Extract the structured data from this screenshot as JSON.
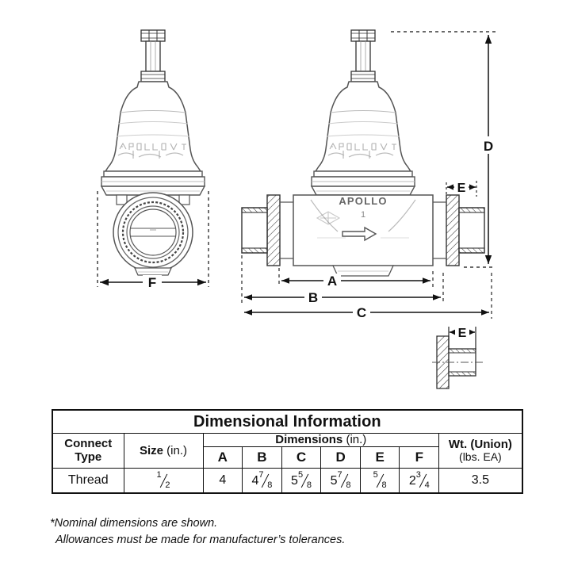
{
  "drawing": {
    "brand_text": "APOLLO",
    "dimension_labels": {
      "A": "A",
      "B": "B",
      "C": "C",
      "D": "D",
      "E": "E",
      "E_detail": "E",
      "F": "F"
    }
  },
  "table": {
    "title": "Dimensional Information",
    "headers": {
      "connect_type_line1": "Connect",
      "connect_type_line2": "Type",
      "size_bold": "Size",
      "size_unit": "(in.)",
      "dimensions_bold": "Dimensions",
      "dimensions_unit": "(in.)",
      "weight_line1": "Wt. (Union)",
      "weight_line2": "(lbs. EA)"
    },
    "dimension_columns": [
      "A",
      "B",
      "C",
      "D",
      "E",
      "F"
    ],
    "rows": [
      {
        "connect_type": "Thread",
        "size": {
          "whole": "",
          "num": "1",
          "den": "2"
        },
        "A": {
          "whole": "4",
          "num": "",
          "den": ""
        },
        "B": {
          "whole": "4",
          "num": "7",
          "den": "8"
        },
        "C": {
          "whole": "5",
          "num": "5",
          "den": "8"
        },
        "D": {
          "whole": "5",
          "num": "7",
          "den": "8"
        },
        "E": {
          "whole": "",
          "num": "5",
          "den": "8"
        },
        "F": {
          "whole": "2",
          "num": "3",
          "den": "4"
        },
        "weight": "3.5"
      }
    ]
  },
  "footnote": {
    "line1": "*Nominal dimensions are shown.",
    "line2": "Allowances must be made for manufacturer’s tolerances."
  }
}
